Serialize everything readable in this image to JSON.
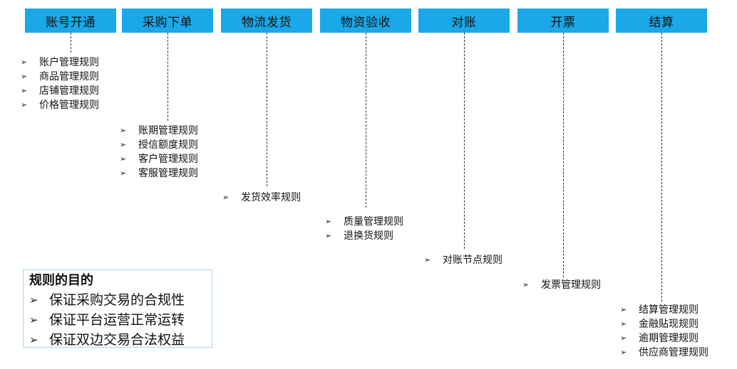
{
  "arrow_glyph": "➢",
  "stages": [
    {
      "label": "账号开通",
      "rules": [
        "账户管理规则",
        "商品管理规则",
        "店铺管理规则",
        "价格管理规则"
      ]
    },
    {
      "label": "采购下单",
      "rules": [
        "账期管理规则",
        "授信额度规则",
        "客户管理规则",
        "客服管理规则"
      ]
    },
    {
      "label": "物流发货",
      "rules": [
        "发货效率规则"
      ]
    },
    {
      "label": "物资验收",
      "rules": [
        "质量管理规则",
        "退换货规则"
      ]
    },
    {
      "label": "对账",
      "rules": [
        "对账节点规则"
      ]
    },
    {
      "label": "开票",
      "rules": [
        "发票管理规则"
      ]
    },
    {
      "label": "结算",
      "rules": [
        "结算管理规则",
        "金融贴现规则",
        "逾期管理规则",
        "供应商管理规则"
      ]
    }
  ],
  "purpose": {
    "title": "规则的目的",
    "items": [
      "保证采购交易的合规性",
      "保证平台运营正常运转",
      "保证双边交易合法权益"
    ]
  },
  "colors": {
    "stage_fill": "#1aa8e8",
    "purpose_border": "#a9d6e8"
  }
}
